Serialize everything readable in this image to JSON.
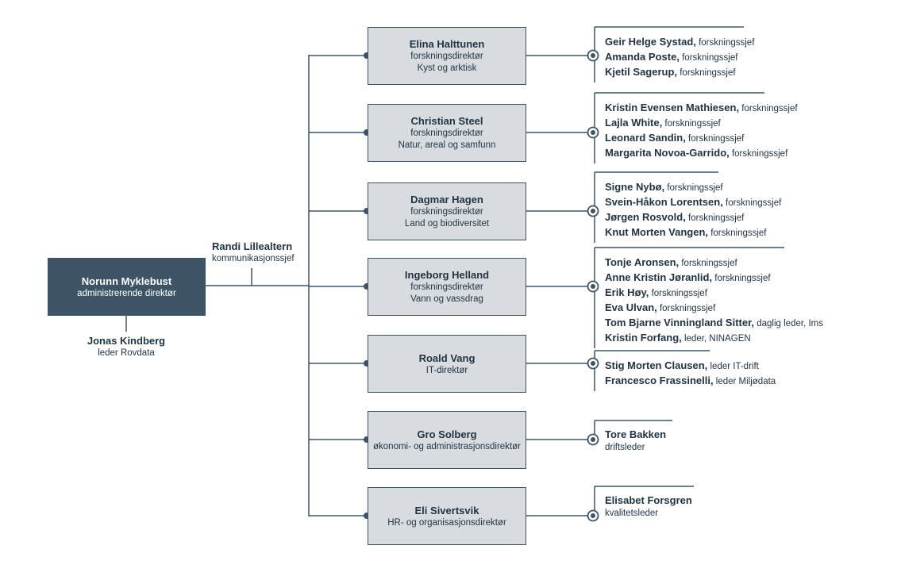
{
  "ceo": {
    "name": "Norunn Myklebust",
    "title": "administrerende direktør"
  },
  "communications": {
    "name": "Randi Lillealtern",
    "title": "kommunikasjonssjef"
  },
  "rovdata": {
    "name": "Jonas Kindberg",
    "title": "leder Rovdata"
  },
  "directors": [
    {
      "name": "Elina Halttunen",
      "title": "forskningsdirektør",
      "unit": "Kyst og arktisk",
      "reports": [
        {
          "name": "Geir Helge Systad,",
          "role": "forskningssjef"
        },
        {
          "name": "Amanda Poste,",
          "role": "forskningssjef"
        },
        {
          "name": "Kjetil Sagerup,",
          "role": "forskningssjef"
        }
      ]
    },
    {
      "name": "Christian Steel",
      "title": "forskningsdirektør",
      "unit": "Natur, areal og samfunn",
      "reports": [
        {
          "name": "Kristin Evensen Mathiesen,",
          "role": "forskningssjef"
        },
        {
          "name": "Lajla White,",
          "role": "forskningssjef"
        },
        {
          "name": "Leonard Sandin,",
          "role": "forskningssjef"
        },
        {
          "name": "Margarita Novoa-Garrido,",
          "role": "forskningssjef"
        }
      ]
    },
    {
      "name": "Dagmar Hagen",
      "title": "forskningsdirektør",
      "unit": "Land og biodiversitet",
      "reports": [
        {
          "name": "Signe Nybø,",
          "role": "forskningssjef"
        },
        {
          "name": "Svein-Håkon Lorentsen,",
          "role": "forskningssjef"
        },
        {
          "name": "Jørgen Rosvold,",
          "role": "forskningssjef"
        },
        {
          "name": "Knut Morten Vangen,",
          "role": "forskningssjef"
        }
      ]
    },
    {
      "name": "Ingeborg Helland",
      "title": "forskningsdirektør",
      "unit": "Vann og vassdrag",
      "reports": [
        {
          "name": "Tonje Aronsen,",
          "role": "forskningssjef"
        },
        {
          "name": "Anne Kristin Jøranlid,",
          "role": "forskningssjef"
        },
        {
          "name": "Erik Høy,",
          "role": "forskningssjef"
        },
        {
          "name": "Eva Ulvan,",
          "role": "forskningssjef"
        },
        {
          "name": "Tom Bjarne Vinningland Sitter,",
          "role": "daglig leder, Ims"
        },
        {
          "name": "Kristin Forfang,",
          "role": "leder, NINAGEN"
        }
      ]
    },
    {
      "name": "Roald Vang",
      "title": "IT-direktør",
      "unit": "",
      "reports": [
        {
          "name": "Stig Morten Clausen,",
          "role": "leder IT-drift"
        },
        {
          "name": "Francesco Frassinelli,",
          "role": "leder Miljødata"
        }
      ]
    },
    {
      "name": "Gro Solberg",
      "title": "økonomi- og administrasjonsdirektør",
      "unit": "",
      "reports": [
        {
          "name": "Tore Bakken",
          "role": "driftsleder"
        }
      ]
    },
    {
      "name": "Eli Sivertsvik",
      "title": "HR- og organisasjonsdirektør",
      "unit": "",
      "reports": [
        {
          "name": "Elisabet Forsgren",
          "role": "kvalitetsleder"
        }
      ]
    }
  ],
  "colors": {
    "primary": "#3d5466",
    "box_fill": "#d9dcdf",
    "text": "#1f3243"
  }
}
